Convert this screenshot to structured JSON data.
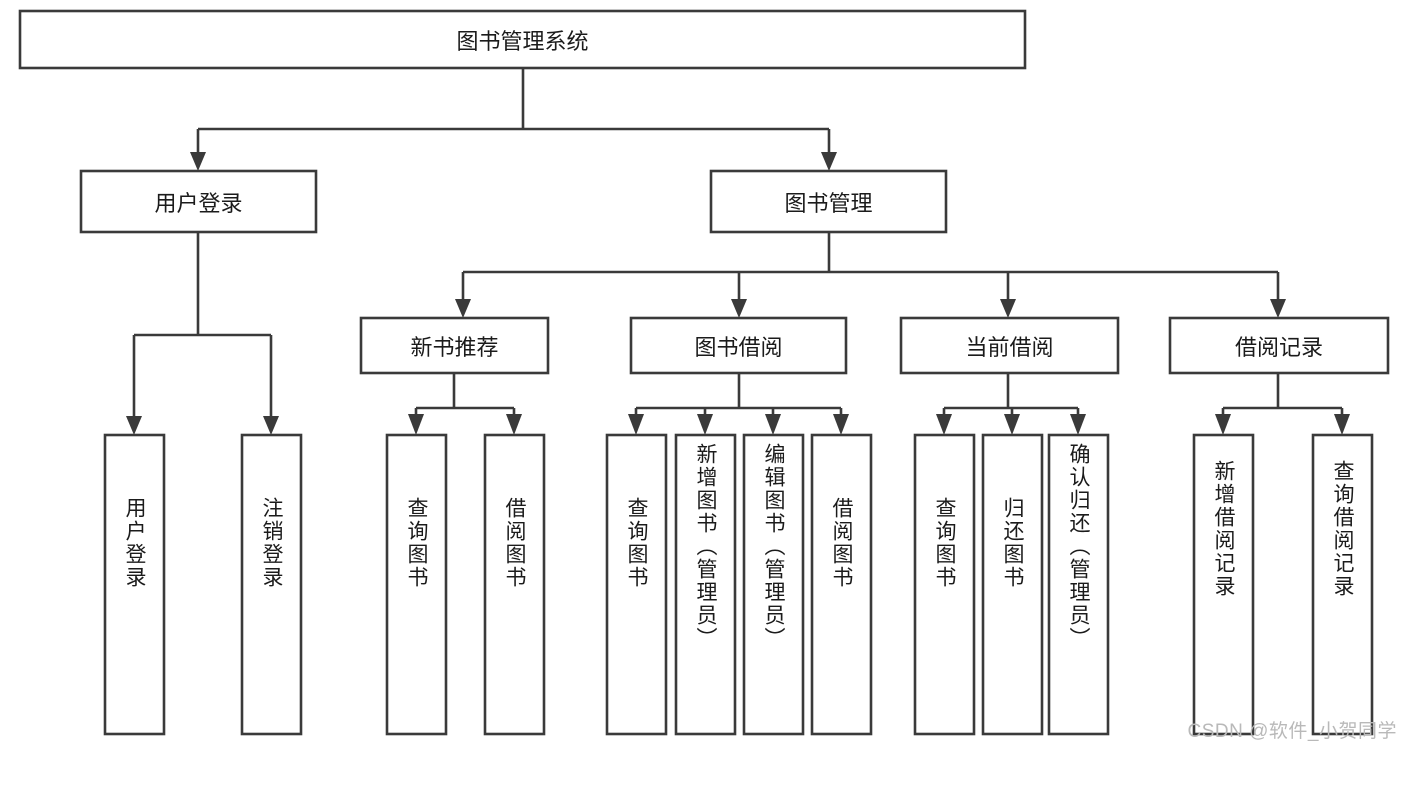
{
  "diagram": {
    "type": "tree-hierarchy-chart",
    "title_node": {
      "label": "图书管理系统"
    },
    "level2": [
      {
        "id": "user-login",
        "label": "用户登录"
      },
      {
        "id": "book-management",
        "label": "图书管理"
      }
    ],
    "level3": [
      {
        "id": "new-book-recommend",
        "label": "新书推荐",
        "parent": "book-management"
      },
      {
        "id": "book-borrow",
        "label": "图书借阅",
        "parent": "book-management"
      },
      {
        "id": "current-borrow",
        "label": "当前借阅",
        "parent": "book-management"
      },
      {
        "id": "borrow-record",
        "label": "借阅记录",
        "parent": "book-management"
      }
    ],
    "leaves": [
      {
        "id": "leaf-user-login",
        "label": "用户登录",
        "parent": "user-login"
      },
      {
        "id": "leaf-logout-login",
        "label": "注销登录",
        "parent": "user-login"
      },
      {
        "id": "leaf-query-book-1",
        "label": "查询图书",
        "parent": "new-book-recommend"
      },
      {
        "id": "leaf-borrow-book-1",
        "label": "借阅图书",
        "parent": "new-book-recommend"
      },
      {
        "id": "leaf-query-book-2",
        "label": "查询图书",
        "parent": "book-borrow"
      },
      {
        "id": "leaf-add-book",
        "label": "新增图书（管理员）",
        "parent": "book-borrow"
      },
      {
        "id": "leaf-edit-book",
        "label": "编辑图书（管理员）",
        "parent": "book-borrow"
      },
      {
        "id": "leaf-borrow-book-2",
        "label": "借阅图书",
        "parent": "book-borrow"
      },
      {
        "id": "leaf-query-book-3",
        "label": "查询图书",
        "parent": "current-borrow"
      },
      {
        "id": "leaf-return-book",
        "label": "归还图书",
        "parent": "current-borrow"
      },
      {
        "id": "leaf-confirm-return",
        "label": "确认归还（管理员）",
        "parent": "current-borrow"
      },
      {
        "id": "leaf-add-record",
        "label": "新增借阅记录",
        "parent": "borrow-record"
      },
      {
        "id": "leaf-query-record",
        "label": "查询借阅记录",
        "parent": "borrow-record"
      }
    ],
    "colors": {
      "stroke": "#3a3a3a",
      "fill": "#ffffff",
      "text": "#1b1b1b",
      "watermark": "#b9b9b9",
      "background": "#ffffff"
    }
  },
  "watermark": {
    "text": "CSDN @软件_小贺同学"
  }
}
